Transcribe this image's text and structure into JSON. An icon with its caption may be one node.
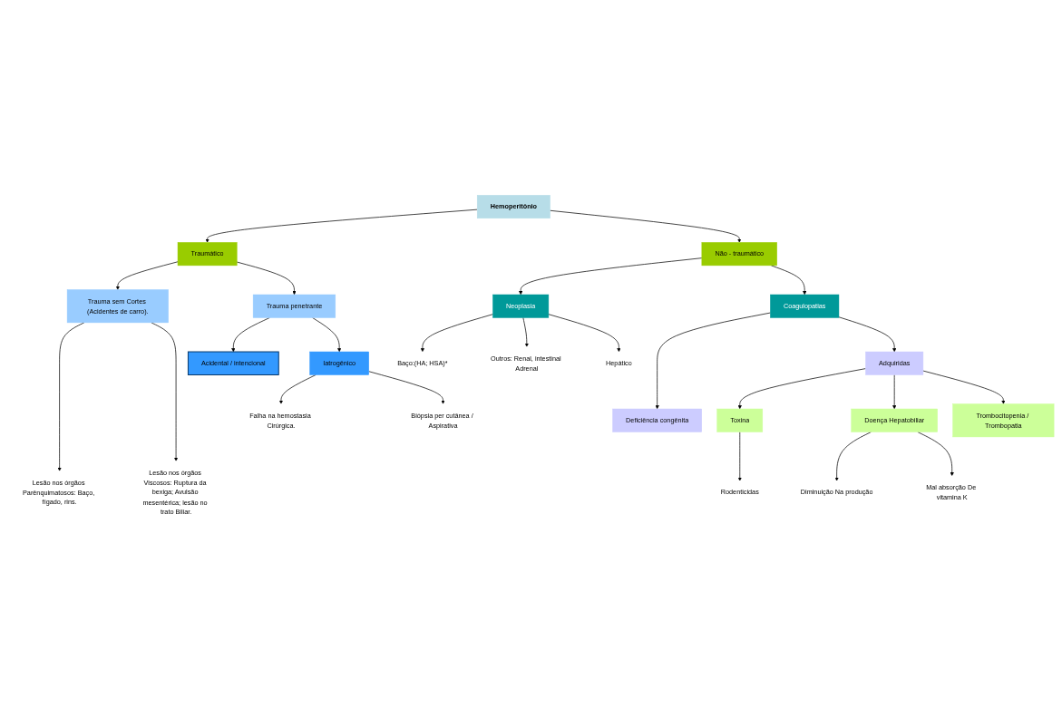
{
  "diagram": {
    "nodes": [
      {
        "text": [
          "Hemoperitônio"
        ]
      },
      {
        "text": [
          "Traumático"
        ]
      },
      {
        "text": [
          "Não - traumático"
        ]
      },
      {
        "text": [
          "Trauma sem Cortes (Acidentes de carro)."
        ]
      },
      {
        "text": [
          "Trauma penetrante"
        ]
      },
      {
        "text": [
          "Acidental / intencional"
        ]
      },
      {
        "text": [
          "Iatrogênico"
        ]
      },
      {
        "text": [
          "Falha na hemostasia Cirúrgica."
        ]
      },
      {
        "text": [
          "Biópsia per cutânea / Aspirativa"
        ]
      },
      {
        "text": [
          "Lesão nos órgãos Parênquimatosos: Baço, fígado, rins."
        ]
      },
      {
        "text": [
          "Lesão nos órgãos Viscosos: Ruptura da bexiga; Avulsão mesentérica; lesão no trato Biliar."
        ]
      },
      {
        "text": [
          "Neoplasia"
        ]
      },
      {
        "text": [
          "Coagulopatias"
        ]
      },
      {
        "text": [
          "Baço:(HA; HSA)*"
        ]
      },
      {
        "text": [
          "Outros: Renal, intestinal Adrenal"
        ]
      },
      {
        "text": [
          "Hepático"
        ]
      },
      {
        "text": [
          "Deficiência congênita"
        ]
      },
      {
        "text": [
          "Adquiridas"
        ]
      },
      {
        "text": [
          "Toxina"
        ]
      },
      {
        "text": [
          "Doença Hepatobiliar"
        ]
      },
      {
        "text": [
          "Trombocitopenia / Trombopatia"
        ]
      },
      {
        "text": [
          "Rodenticidas"
        ]
      },
      {
        "text": [
          "Diminuição Na produção"
        ]
      },
      {
        "text": [
          "Mal absorção De vitamina K"
        ]
      }
    ],
    "edges": [
      {
        "from": 0,
        "to": 1,
        "arrow": "to"
      },
      {
        "from": 0,
        "to": 2,
        "arrow": "to"
      },
      {
        "from": 1,
        "to": 3,
        "arrow": "to"
      },
      {
        "from": 1,
        "to": 4,
        "arrow": "to"
      },
      {
        "from": 4,
        "to": 5,
        "arrow": "to"
      },
      {
        "from": 4,
        "to": 6,
        "arrow": "to"
      },
      {
        "from": 6,
        "to": 7,
        "arrow": "to"
      },
      {
        "from": 6,
        "to": 8,
        "arrow": "to"
      },
      {
        "from": 3,
        "to": 9,
        "arrow": "to"
      },
      {
        "from": 3,
        "to": 10,
        "arrow": "to"
      },
      {
        "from": 2,
        "to": 11,
        "arrow": "to"
      },
      {
        "from": 2,
        "to": 12,
        "arrow": "to"
      },
      {
        "from": 11,
        "to": 13,
        "arrow": "to"
      },
      {
        "from": 11,
        "to": 14,
        "arrow": "to"
      },
      {
        "from": 11,
        "to": 15,
        "arrow": "to"
      },
      {
        "from": 12,
        "to": 16,
        "arrow": "to"
      },
      {
        "from": 12,
        "to": 17,
        "arrow": "to"
      },
      {
        "from": 17,
        "to": 18,
        "arrow": "to"
      },
      {
        "from": 17,
        "to": 19,
        "arrow": "to"
      },
      {
        "from": 17,
        "to": 20,
        "arrow": "to"
      },
      {
        "from": 18,
        "to": 21,
        "arrow": "to"
      },
      {
        "from": 19,
        "to": 22,
        "arrow": "to"
      },
      {
        "from": 19,
        "to": 23,
        "arrow": "to"
      }
    ]
  }
}
